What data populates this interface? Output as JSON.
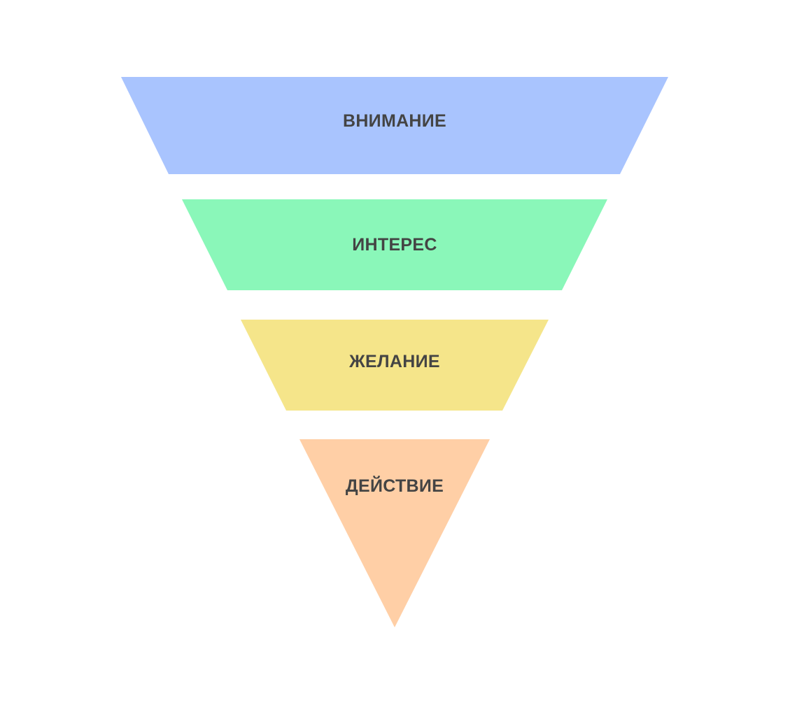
{
  "diagram": {
    "type": "funnel",
    "text_color": "#444444",
    "stages": [
      {
        "label": "ВНИМАНИЕ",
        "color": "#A9C4FE"
      },
      {
        "label": "ИНТЕРЕС",
        "color": "#8AF7B9"
      },
      {
        "label": "ЖЕЛАНИЕ",
        "color": "#F5E58A"
      },
      {
        "label": "ДЕЙСТВИЕ",
        "color": "#FFCFA6"
      }
    ]
  }
}
